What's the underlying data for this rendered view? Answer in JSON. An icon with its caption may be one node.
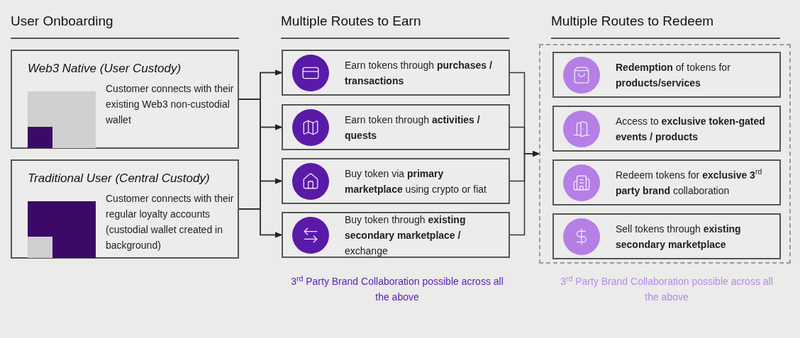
{
  "diagram": {
    "nodes": [
      {
        "text": [
          "Web3 Native (User Custody)",
          "Customer connects with their existing Web3 non-custodial wallet"
        ]
      },
      {
        "text": [
          "Traditional User (Central Custody)",
          "Customer connects with their regular loyalty accounts (custodial wallet created in background)"
        ]
      },
      {
        "text": [
          "Earn tokens through **purchases / transactions**"
        ]
      },
      {
        "text": [
          "Earn token through **activities / quests**"
        ]
      },
      {
        "text": [
          "Buy token via **primary marketplace** using crypto or fiat"
        ]
      },
      {
        "text": [
          "Buy token through **existing secondary marketplace /** exchange"
        ]
      },
      {
        "text": [],
        "shape": "box"
      },
      {
        "text": [
          "**Redemption** of tokens for **products/services**"
        ],
        "in": 6
      },
      {
        "text": [
          "Access to **exclusive token-gated events / products**"
        ],
        "in": 6
      },
      {
        "text": [
          "Redeem tokens for **exclusive 3**$^{rd}$ **party brand** collaboration"
        ],
        "in": 6
      },
      {
        "text": [
          "Sell tokens through **existing secondary marketplace**"
        ],
        "in": 6
      }
    ],
    "edges": [
      {
        "from": 0,
        "to": 2,
        "arrow": "to"
      },
      {
        "from": 0,
        "to": 3,
        "arrow": "to"
      },
      {
        "from": 0,
        "to": 4,
        "arrow": "to"
      },
      {
        "from": 0,
        "to": 5,
        "arrow": "to"
      },
      {
        "from": 1,
        "to": 2,
        "arrow": "to"
      },
      {
        "from": 1,
        "to": 3,
        "arrow": "to"
      },
      {
        "from": 1,
        "to": 4,
        "arrow": "to"
      },
      {
        "from": 1,
        "to": 5,
        "arrow": "to"
      },
      {
        "from": 2,
        "to": 6,
        "arrow": "to"
      },
      {
        "from": 3,
        "to": 6,
        "arrow": "to"
      },
      {
        "from": 4,
        "to": 6,
        "arrow": "to"
      },
      {
        "from": 5,
        "to": 6,
        "arrow": "to"
      }
    ],
    "labels": [
      "User Onboarding",
      "Multiple Routes to Earn",
      "Multiple Routes to Redeem",
      "3$^{rd}$ Party Brand Collaboration possible across all the above",
      "3$^{rd}$ Party Brand Collaboration possible across all the above"
    ]
  }
}
